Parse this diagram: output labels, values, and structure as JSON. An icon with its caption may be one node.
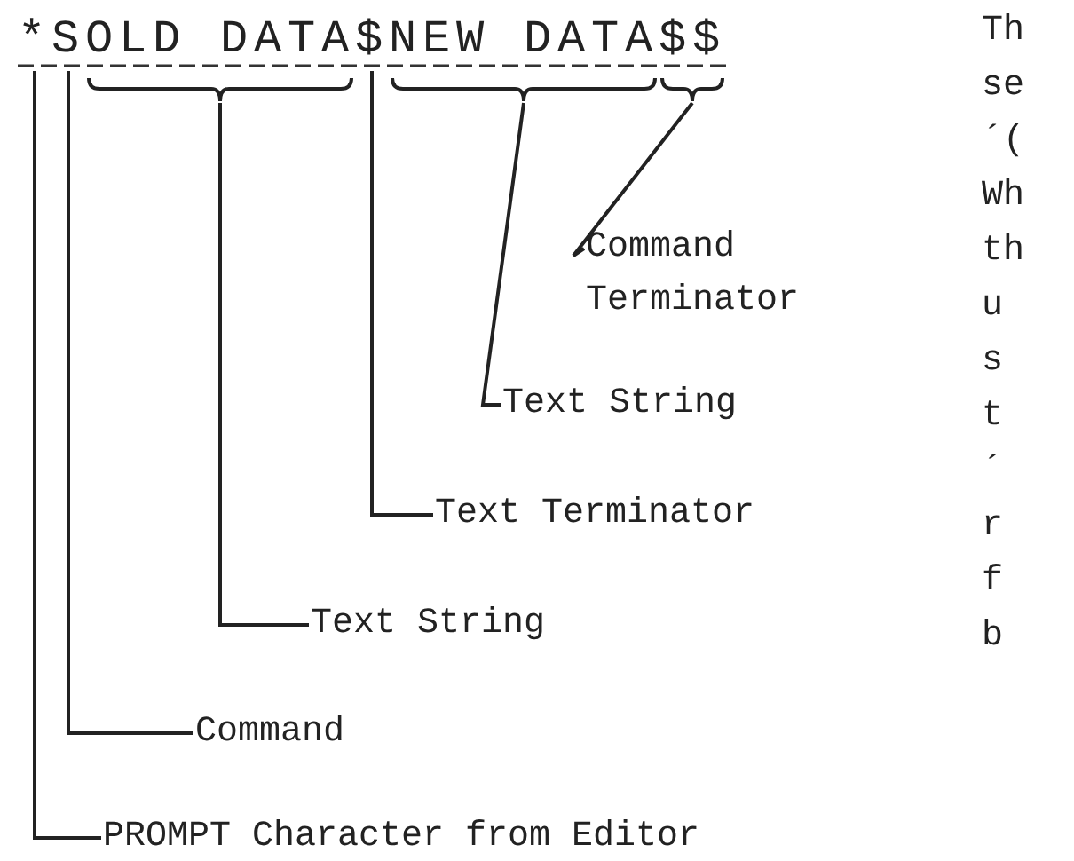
{
  "diagram": {
    "nodes": [
      {
        "text": [
          "*"
        ]
      },
      {
        "text": [
          "S"
        ]
      },
      {
        "text": [
          "OLD DATA"
        ]
      },
      {
        "text": [
          "$"
        ]
      },
      {
        "text": [
          "NEW DATA"
        ]
      },
      {
        "text": [
          "$$"
        ]
      },
      {
        "text": [
          "Command Terminator"
        ]
      },
      {
        "text": [
          "Text String"
        ]
      },
      {
        "text": [
          "Text Terminator"
        ]
      },
      {
        "text": [
          "Text String"
        ]
      },
      {
        "text": [
          "Command"
        ]
      },
      {
        "text": [
          "PROMPT Character from Editor"
        ]
      }
    ],
    "edges": [
      {
        "from": 6,
        "to": 5,
        "arrow": "none"
      },
      {
        "from": 7,
        "to": 4,
        "arrow": "none"
      },
      {
        "from": 8,
        "to": 3,
        "arrow": "none"
      },
      {
        "from": 9,
        "to": 2,
        "arrow": "none"
      },
      {
        "from": 10,
        "to": 1,
        "arrow": "none"
      },
      {
        "from": 11,
        "to": 0,
        "arrow": "none"
      }
    ],
    "labels": [
      "Th",
      "se",
      "´(",
      "Wh",
      "th",
      "u",
      "s",
      "t",
      "´",
      "r",
      "f",
      "b"
    ]
  }
}
